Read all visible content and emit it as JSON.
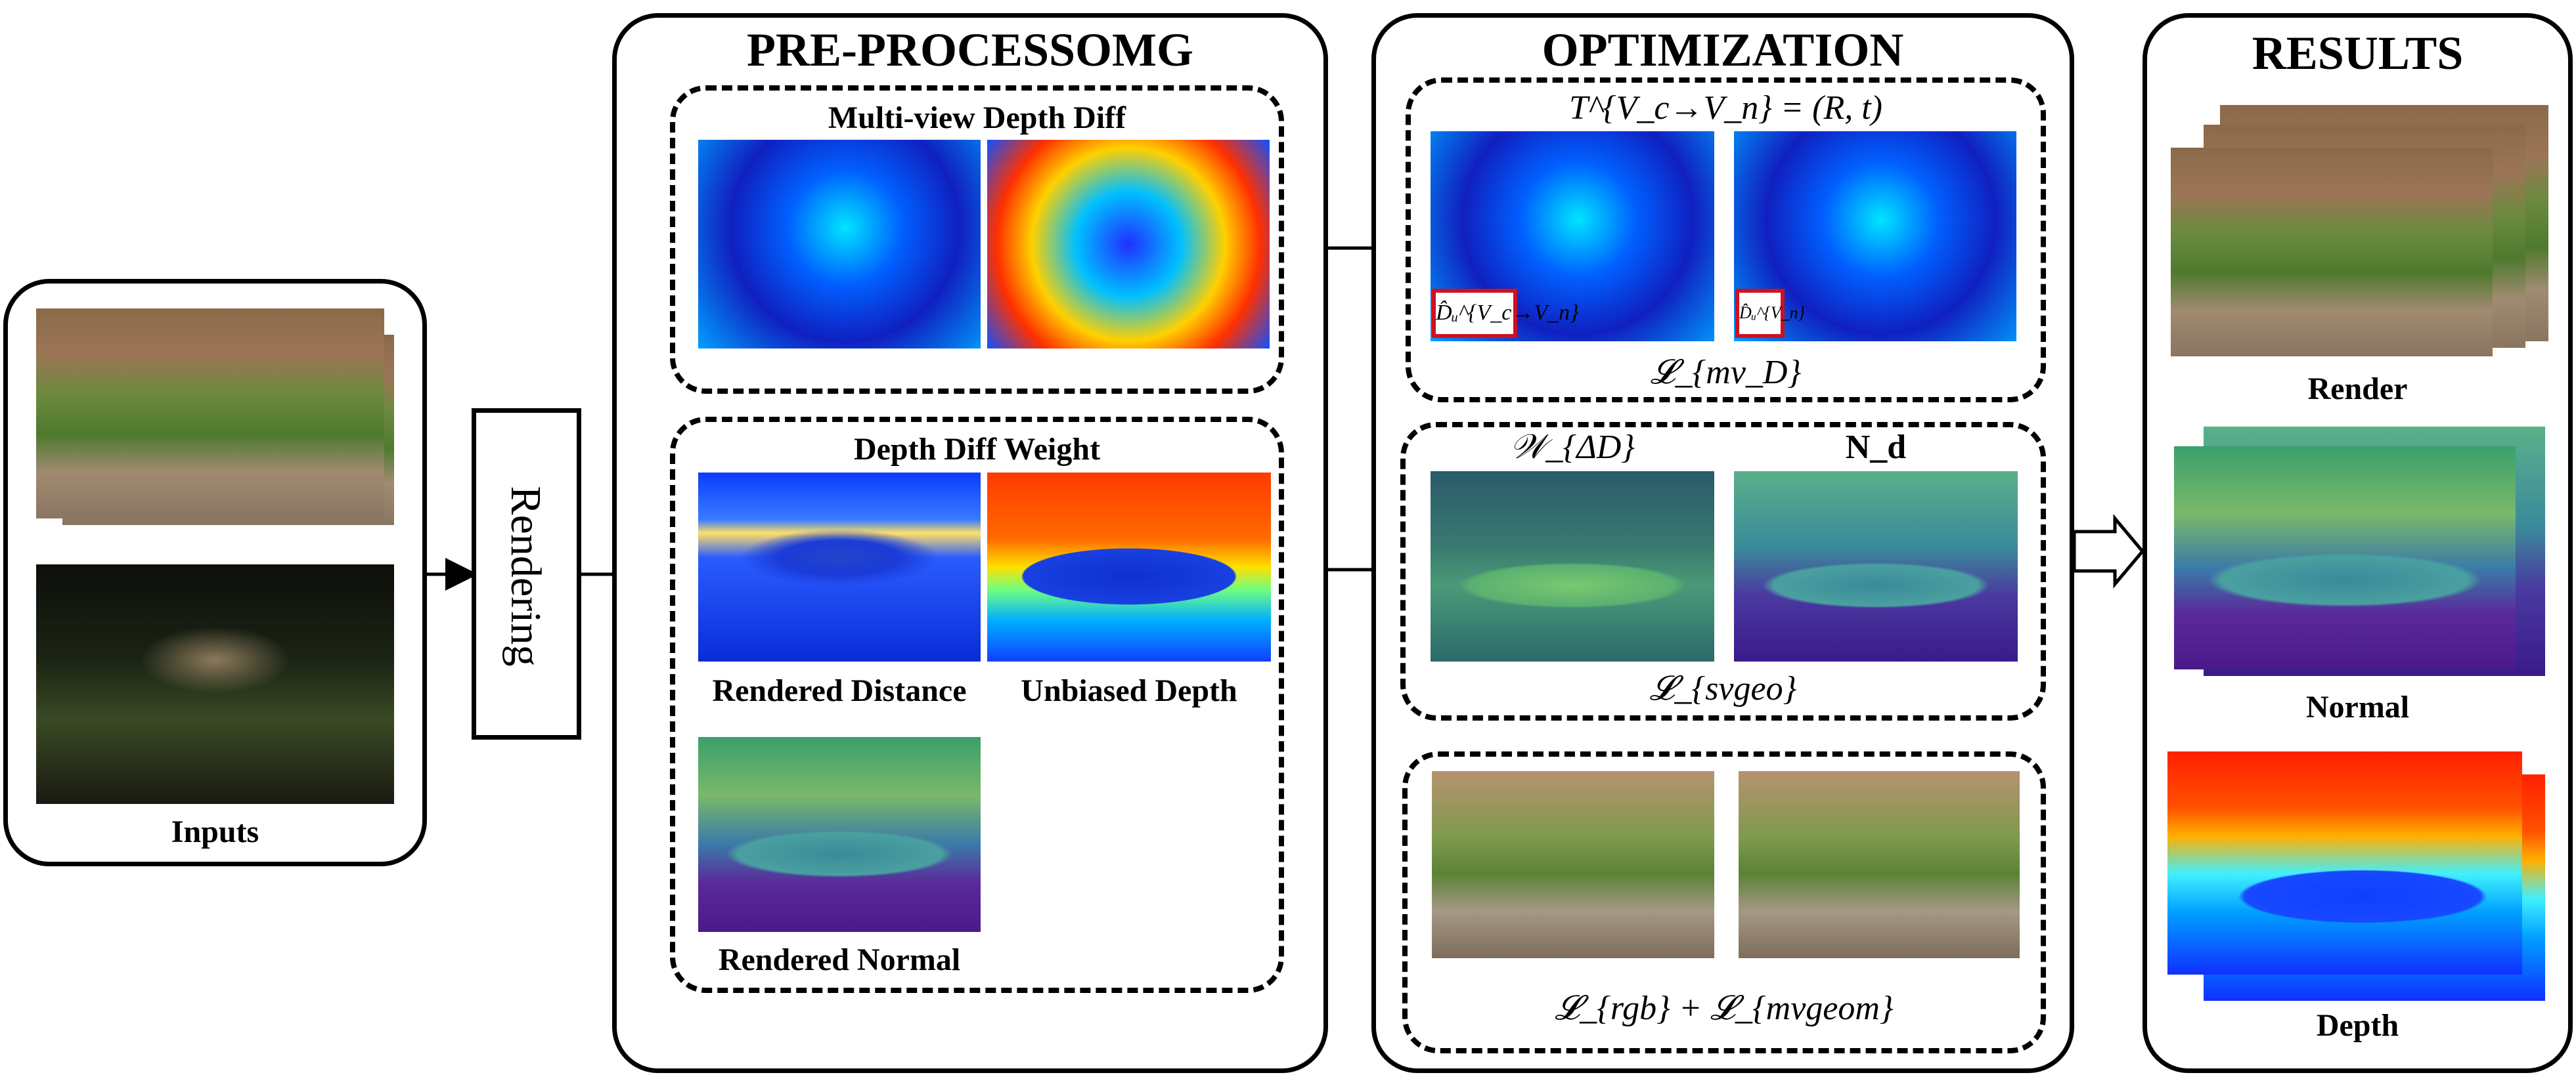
{
  "inputs": {
    "label": "Inputs"
  },
  "rendering": {
    "label": "Rendering"
  },
  "preprocessing": {
    "title": "PRE-PROCESSOMG",
    "multiview": {
      "title": "Multi-view Depth Diff"
    },
    "weight": {
      "title": "Depth Diff Weight",
      "rendered_distance": "Rendered Distance",
      "unbiased_depth": "Unbiased Depth",
      "rendered_normal": "Rendered Normal"
    }
  },
  "optimization": {
    "title": "OPTIMIZATION",
    "transform": "T^{V_c→V_n} = (R, t)",
    "dc_label": "D̂ᵤ^{V_c→V_n}",
    "dn_label": "D̂ᵤ^{V_n}",
    "loss_mv": "𝓛_{mv_D}",
    "w_delta": "𝒲_{ΔD}",
    "n_d": "N_d",
    "loss_svgeo": "𝓛_{svgeo}",
    "loss_rgb": "𝓛_{rgb} + 𝓛_{mvgeom}"
  },
  "results": {
    "title": "RESULTS",
    "render": "Render",
    "normal": "Normal",
    "depth": "Depth"
  }
}
